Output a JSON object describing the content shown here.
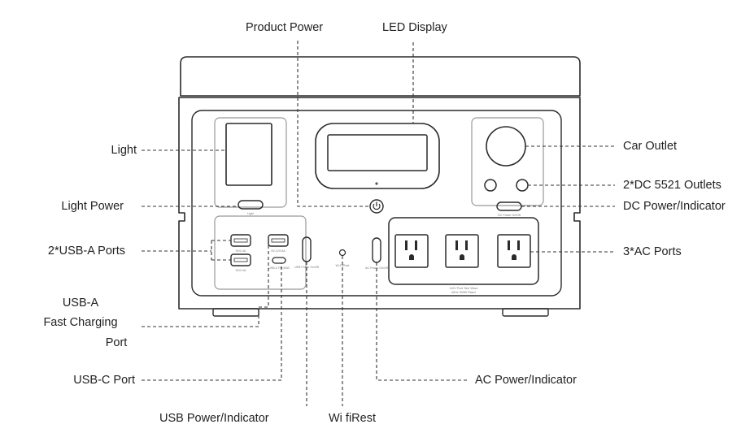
{
  "labels": {
    "product_power": "Product Power",
    "led_display": "LED Display",
    "light": "Light",
    "light_power": "Light Power",
    "usba_ports": "2*USB-A Ports",
    "usba_fast_line1": "USB-A",
    "usba_fast_line2": "Fast Charging",
    "usba_fast_line3": "Port",
    "usbc_port": "USB-C Port",
    "usb_power": "USB Power/Indicator",
    "wifi_rest": "Wi fiRest",
    "ac_power": "AC Power/Indicator",
    "car_outlet": "Car Outlet",
    "dc_outlets": "2*DC 5521 Outlets",
    "dc_power": "DC Power/Indicator",
    "ac_ports": "3*AC Ports"
  },
  "panel_text": {
    "light": "Light",
    "dc_power": "DC Power On/Off",
    "usba_1": "5V/2.4A",
    "usba_2": "5V/2.4A",
    "usba_fast": "5V-12V/3A",
    "usbc": "USB-C PD 60W",
    "usb_power": "USB Power On/Off",
    "wifi": "Wi-Fi/Rest",
    "ac_power": "AC Power On/Off",
    "ac_ports_1": "110V Pure Sine Wave",
    "ac_ports_2": "60Hz 500W Rated"
  },
  "colors": {
    "line": "#2a2a2a",
    "leader": "#333333",
    "text": "#222222"
  }
}
